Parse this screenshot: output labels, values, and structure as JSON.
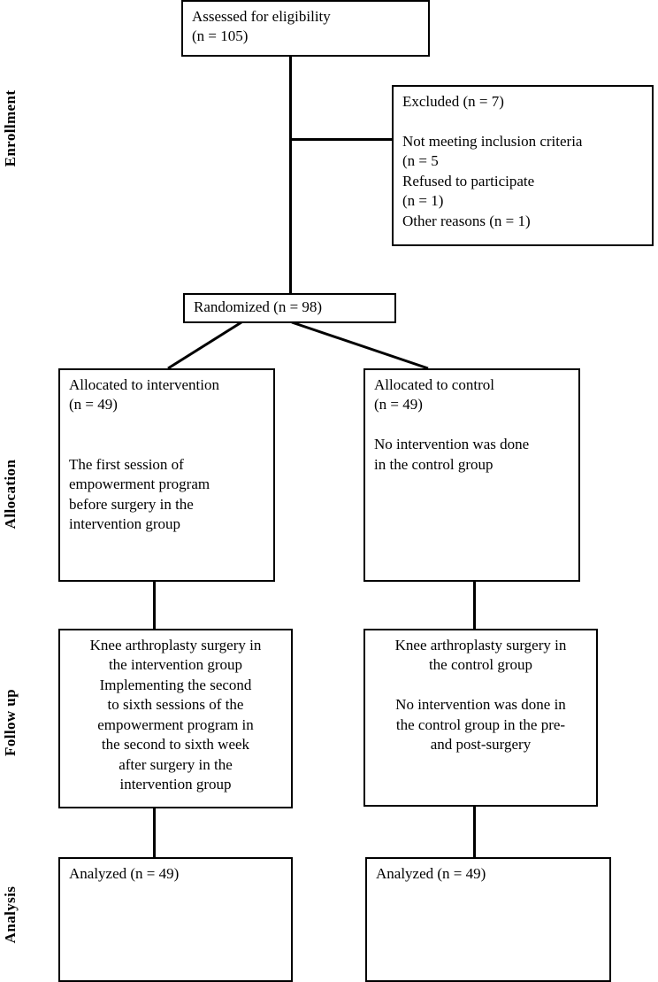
{
  "diagram": {
    "title": "CONSORT participant flow diagram",
    "line_color": "#000000",
    "box_border_color": "#000000",
    "background_color": "#ffffff"
  },
  "stages": [
    {
      "key": "enrollment",
      "label": "Enrollment"
    },
    {
      "key": "allocation",
      "label": "Allocation"
    },
    {
      "key": "follow_up",
      "label": "Follow up"
    },
    {
      "key": "analysis",
      "label": "Analysis"
    }
  ],
  "nodes": {
    "assessed": {
      "label": "Assessed for eligibility\n (n = 105)",
      "n": 105
    },
    "excluded": {
      "label": "Excluded (n = 7)\n\n  Not meeting inclusion criteria\n  (n = 5\n  Refused to participate\n  (n = 1)\n  Other reasons (n = 1)",
      "n": 7,
      "reasons": [
        {
          "reason": "Not meeting inclusion criteria",
          "n": 5
        },
        {
          "reason": "Refused to participate",
          "n": 1
        },
        {
          "reason": "Other reasons",
          "n": 1
        }
      ]
    },
    "randomized": {
      "label": "Randomized (n = 98)",
      "n": 98
    },
    "allocated_intervention": {
      "label": "Allocated to intervention\n(n = 49)\n\n\nThe first session of\nempowerment program\nbefore surgery in the\nintervention group",
      "n": 49
    },
    "allocated_control": {
      "label": "Allocated to control\n(n = 49)\n\nNo intervention was done\n   in the control group",
      "n": 49
    },
    "followup_intervention": {
      "label": "Knee arthroplasty surgery in\nthe intervention group\nImplementing the second\nto sixth sessions of the\nempowerment program in\nthe second to sixth week\nafter surgery in the\nintervention group"
    },
    "followup_control": {
      "label": "Knee arthroplasty surgery in\nthe control group\n\nNo intervention was done in\nthe control group in the pre-\nand post-surgery"
    },
    "analyzed_intervention": {
      "label": "Analyzed (n = 49)",
      "n": 49
    },
    "analyzed_control": {
      "label": "Analyzed (n = 49)",
      "n": 49
    }
  }
}
